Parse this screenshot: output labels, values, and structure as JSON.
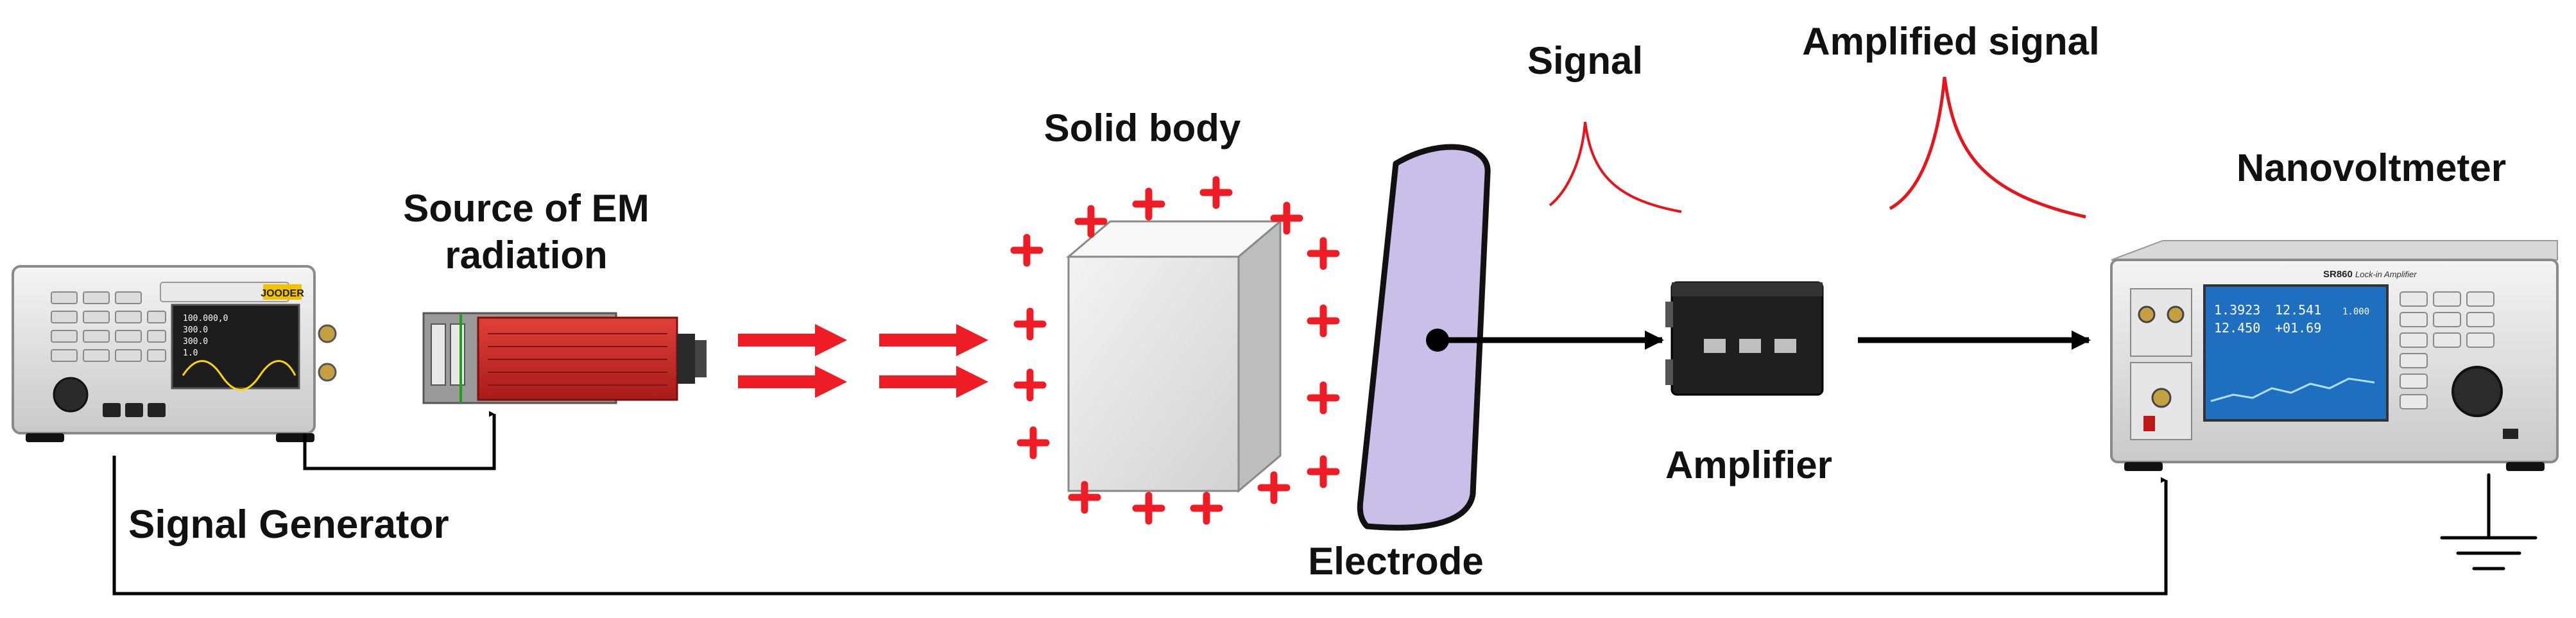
{
  "labels": {
    "signal_generator": "Signal Generator",
    "source_line1": "Source of EM",
    "source_line2": "radiation",
    "solid_body": "Solid body",
    "electrode": "Electrode",
    "signal": "Signal",
    "amplified_signal": "Amplified signal",
    "amplifier": "Amplifier",
    "nanovoltmeter": "Nanovoltmeter"
  },
  "devices": {
    "generator_brand": "JOODER",
    "generator_readings": [
      "100.000,0",
      "300.0",
      "300.0",
      "1.0"
    ],
    "lockin_model": "SR860",
    "lockin_title": "Lock-in Amplifier",
    "lockin_readings": [
      "1.3923",
      "12.541",
      "12.450",
      "+01.69",
      "1.000"
    ]
  },
  "colors": {
    "radiation": "#ee1c25",
    "charge": "#ee1c25",
    "signal_curve": "#e8141c",
    "electrode_fill": "#c9bfe8",
    "source_body": "#d02a26",
    "wire": "#000000",
    "lockin_screen": "#1f6fc0"
  },
  "icons": [
    "ground-icon",
    "arrow-icon",
    "plus-charge-icon"
  ]
}
